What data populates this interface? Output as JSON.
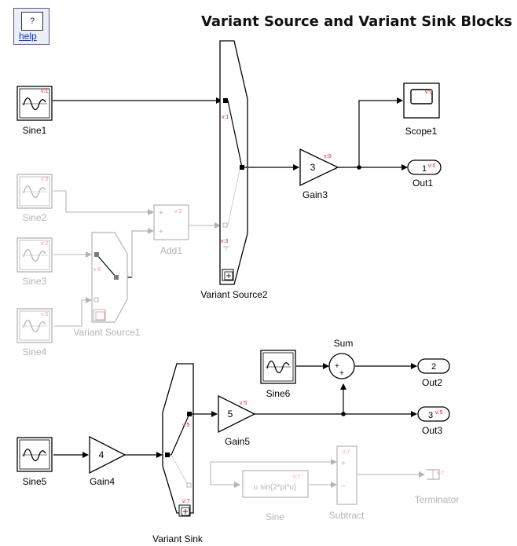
{
  "title": "Variant Source and Variant Sink Blocks",
  "help": {
    "icon": "?",
    "link": "help"
  },
  "blocks": {
    "sine1": {
      "label": "Sine1",
      "tag": "v:1"
    },
    "sine2": {
      "label": "Sine2",
      "tag": "v:3"
    },
    "sine3": {
      "label": "Sine3",
      "tag": "v:2"
    },
    "sine4": {
      "label": "Sine4",
      "tag": "v:5"
    },
    "sine5": {
      "label": "Sine5"
    },
    "sine6": {
      "label": "Sine6"
    },
    "add1": {
      "label": "Add1",
      "tag": "v:3",
      "signs": [
        "+",
        "+"
      ]
    },
    "variant_source1": {
      "label": "Variant Source1",
      "tag": "v:6"
    },
    "variant_source2": {
      "label": "Variant Source2",
      "tag_top": "v:1",
      "tag_bottom": "v:3"
    },
    "gain3": {
      "label": "Gain3",
      "value": "3",
      "tag": "v:0"
    },
    "gain4": {
      "label": "Gain4",
      "value": "4"
    },
    "gain5": {
      "label": "Gain5",
      "value": "5",
      "tag": "v:5"
    },
    "scope1": {
      "label": "Scope1",
      "tag": "v:0"
    },
    "out1": {
      "label": "Out1",
      "value": "1",
      "tag": "v:0"
    },
    "out2": {
      "label": "Out2",
      "value": "2"
    },
    "out3": {
      "label": "Out3",
      "value": "3",
      "tag": "v:5"
    },
    "sum": {
      "label": "Sum",
      "signs": [
        "+",
        "+"
      ]
    },
    "variant_sink": {
      "label": "Variant Sink",
      "tag_top": "v:5",
      "tag_bottom": "v:7"
    },
    "sine_fcn": {
      "label": "Sine",
      "expr": "u sin(2*pi*u)",
      "tag": "v:7"
    },
    "subtract": {
      "label": "Subtract",
      "tag": "v:7",
      "signs": [
        "+",
        "−"
      ]
    },
    "terminator": {
      "label": "Terminator",
      "tag": "v:7"
    }
  },
  "colors": {
    "active": "#000000",
    "inactive": "#b4b4b4",
    "tag": "#e02020",
    "tag_faded": "#f0a0a0"
  }
}
